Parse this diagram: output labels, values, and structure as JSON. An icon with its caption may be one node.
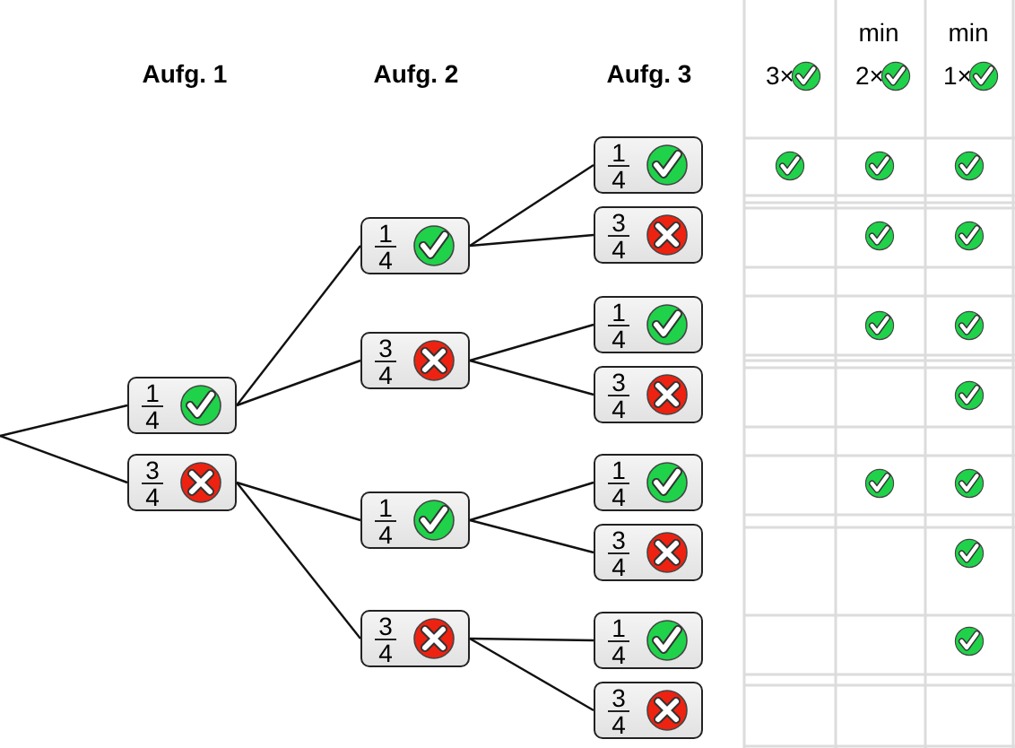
{
  "diagram": {
    "nodes": [
      {
        "text": [
          "1",
          "4"
        ]
      },
      {
        "text": [
          "3",
          "4"
        ]
      },
      {
        "text": [
          "1",
          "4"
        ]
      },
      {
        "text": [
          "3",
          "4"
        ]
      },
      {
        "text": [
          "1",
          "4"
        ]
      },
      {
        "text": [
          "3",
          "4"
        ]
      },
      {
        "text": [
          "1",
          "4"
        ]
      },
      {
        "text": [
          "3",
          "4"
        ]
      },
      {
        "text": [
          "1",
          "4"
        ]
      },
      {
        "text": [
          "3",
          "4"
        ]
      },
      {
        "text": [
          "1",
          "4"
        ]
      },
      {
        "text": [
          "3",
          "4"
        ]
      },
      {
        "text": [
          "1",
          "4"
        ]
      },
      {
        "text": [
          "3",
          "4"
        ]
      }
    ],
    "edges": [
      {
        "from": null,
        "to": 0,
        "arrow": "none"
      },
      {
        "from": null,
        "to": 1,
        "arrow": "none"
      },
      {
        "from": 0,
        "to": 2,
        "arrow": "none"
      },
      {
        "from": 0,
        "to": 3,
        "arrow": "none"
      },
      {
        "from": 1,
        "to": 4,
        "arrow": "none"
      },
      {
        "from": 1,
        "to": 5,
        "arrow": "none"
      },
      {
        "from": 2,
        "to": 6,
        "arrow": "none"
      },
      {
        "from": 2,
        "to": 7,
        "arrow": "none"
      },
      {
        "from": 3,
        "to": 8,
        "arrow": "none"
      },
      {
        "from": 3,
        "to": 9,
        "arrow": "none"
      },
      {
        "from": 4,
        "to": 10,
        "arrow": "none"
      },
      {
        "from": 4,
        "to": 11,
        "arrow": "none"
      },
      {
        "from": 5,
        "to": 12,
        "arrow": "none"
      },
      {
        "from": 5,
        "to": 13,
        "arrow": "none"
      }
    ],
    "labels": [
      "Aufg. 1",
      "Aufg. 2",
      "Aufg. 3",
      "min",
      "min",
      "3×",
      "2×",
      "1×"
    ]
  }
}
